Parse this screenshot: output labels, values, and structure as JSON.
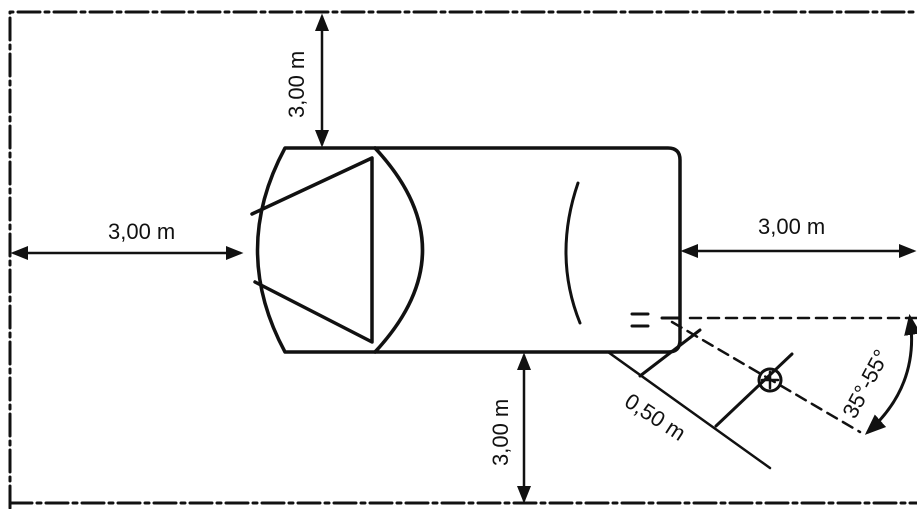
{
  "diagram": {
    "clearance_top": "3,00 m",
    "clearance_left": "3,00 m",
    "clearance_right": "3,00 m",
    "clearance_bottom": "3,00 m",
    "pipe_offset": "0,50 m",
    "angle_range": "35°-55°"
  },
  "colors": {
    "ink": "#111111",
    "background": "#ffffff"
  }
}
